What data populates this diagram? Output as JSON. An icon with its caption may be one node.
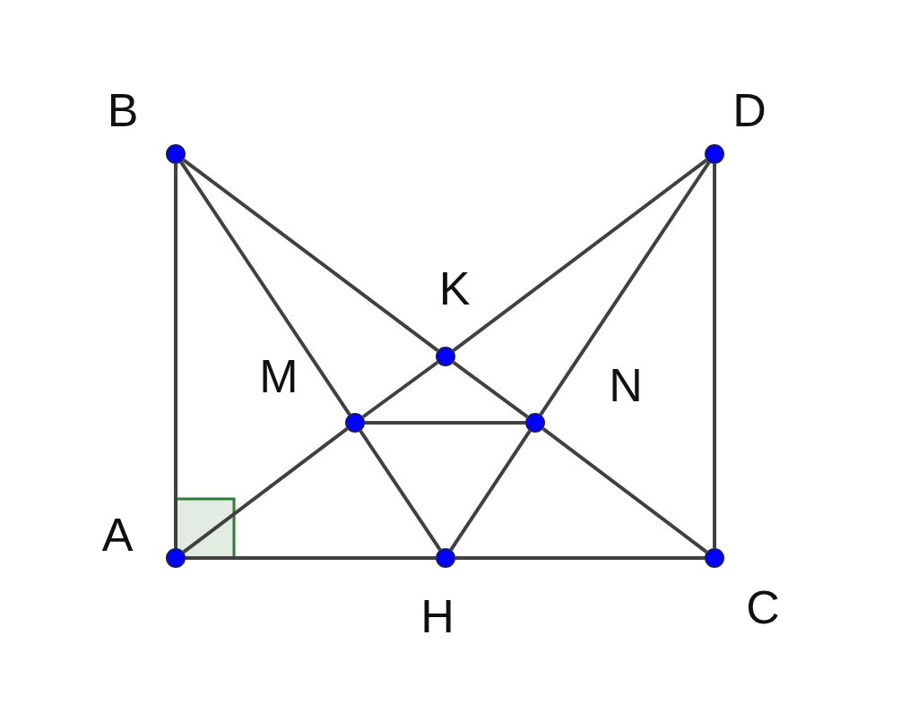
{
  "diagram": {
    "nodes": [
      {
        "text": [],
        "shape": "circle",
        "beside": [
          "B"
        ]
      },
      {
        "text": [],
        "shape": "circle",
        "beside": [
          "D"
        ]
      },
      {
        "text": [],
        "shape": "circle",
        "beside": [
          "K"
        ]
      },
      {
        "text": [],
        "shape": "circle",
        "beside": [
          "M"
        ]
      },
      {
        "text": [],
        "shape": "circle",
        "beside": [
          "N"
        ]
      },
      {
        "text": [],
        "shape": "circle",
        "beside": [
          "A"
        ]
      },
      {
        "text": [],
        "shape": "circle",
        "beside": [
          "H"
        ]
      },
      {
        "text": [],
        "shape": "circle",
        "beside": [
          "C"
        ]
      }
    ],
    "edges": [
      {
        "from": 5,
        "to": 0,
        "arrow": "none"
      },
      {
        "from": 0,
        "to": 3,
        "arrow": "none"
      },
      {
        "from": 0,
        "to": 2,
        "arrow": "none"
      },
      {
        "from": 1,
        "to": 2,
        "arrow": "none"
      },
      {
        "from": 1,
        "to": 4,
        "arrow": "none"
      },
      {
        "from": 1,
        "to": 7,
        "arrow": "none"
      },
      {
        "from": 2,
        "to": 3,
        "arrow": "none"
      },
      {
        "from": 2,
        "to": 4,
        "arrow": "none"
      },
      {
        "from": 3,
        "to": 4,
        "arrow": "none"
      },
      {
        "from": 3,
        "to": 5,
        "arrow": "none"
      },
      {
        "from": 3,
        "to": 6,
        "arrow": "none"
      },
      {
        "from": 4,
        "to": 6,
        "arrow": "none"
      },
      {
        "from": 4,
        "to": 7,
        "arrow": "none"
      },
      {
        "from": 5,
        "to": 6,
        "arrow": "none"
      },
      {
        "from": 6,
        "to": 7,
        "arrow": "none"
      }
    ]
  }
}
